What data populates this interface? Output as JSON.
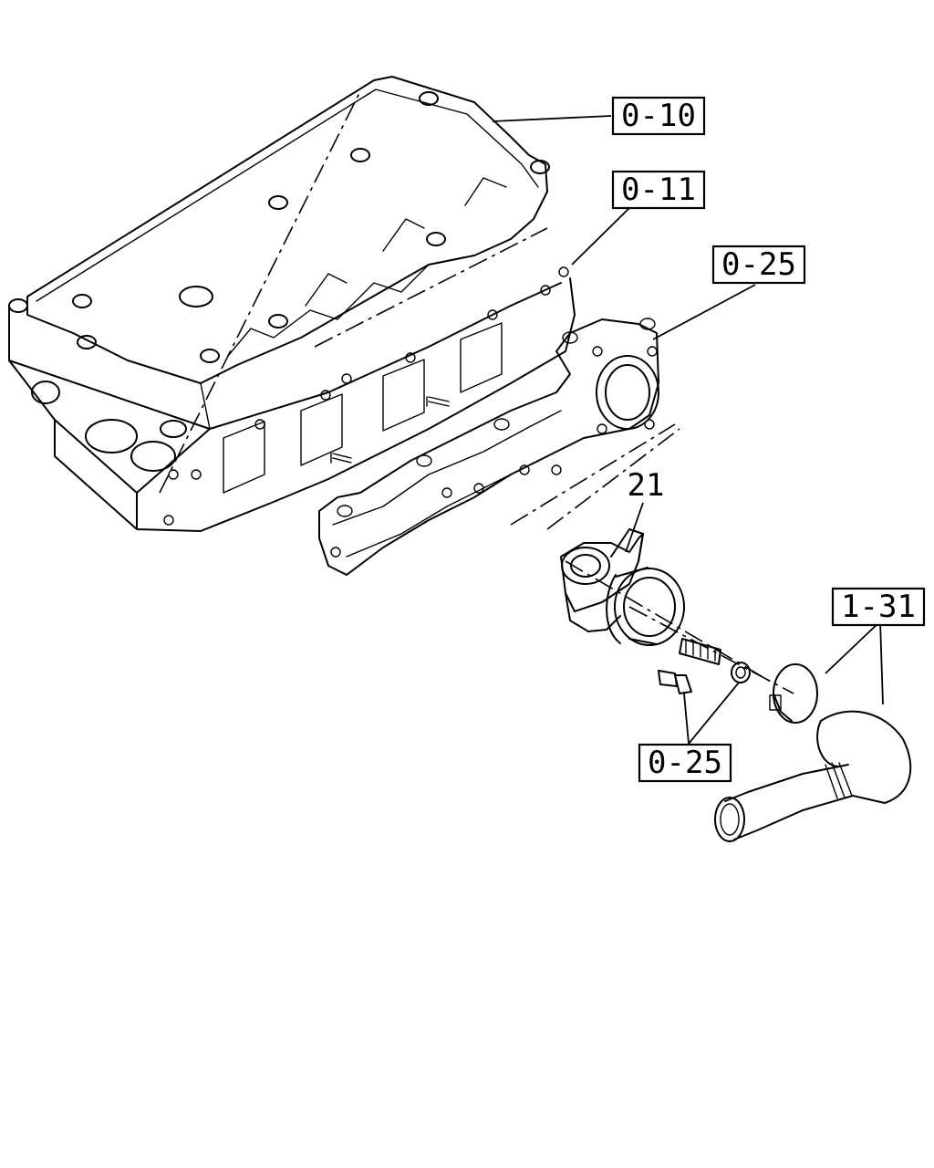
{
  "callouts": {
    "cylinder_head_ref": "0-10",
    "gasket_ref": "0-11",
    "manifold_ref": "0-25",
    "valve_item": "21",
    "hose_ref": "1-31",
    "fastener_ref": "0-25"
  }
}
